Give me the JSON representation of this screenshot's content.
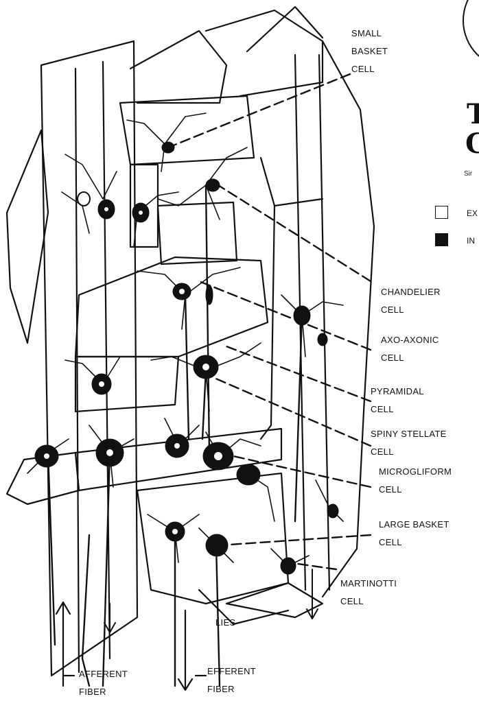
{
  "title": {
    "line1": "T",
    "line2": "C"
  },
  "credit": "Sir",
  "legend": [
    {
      "label": "EX",
      "fill": "#ffffff"
    },
    {
      "label": "IN",
      "fill": "#000000"
    }
  ],
  "labels": {
    "small_basket": "SMALL\nBASKET\nCELL",
    "chandelier": "CHANDELIER\nCELL",
    "axo_axonic": "AXO-AXONIC\nCELL",
    "pyramidal": "PYRAMIDAL\nCELL",
    "spiny_stellate": "SPINY STELLATE\nCELL",
    "microgliform": "MICROGLIFORM\nCELL",
    "large_basket": "LARGE BASKET\nCELL",
    "martinotti": "MARTINOTTI\nCELL",
    "lies": "LIES",
    "afferent": "AFFERENT\nFIBER",
    "efferent": "EFFERENT\nFIBER"
  },
  "colors": {
    "ink": "#111111",
    "paper": "#ffffff"
  }
}
